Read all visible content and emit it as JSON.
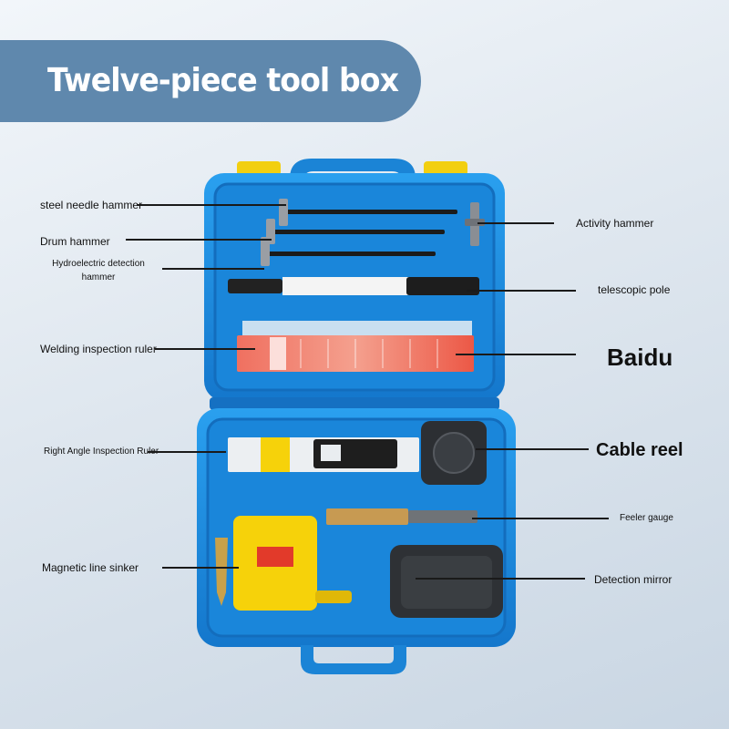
{
  "title": "Twelve-piece tool box",
  "labels": {
    "steel_needle_hammer": "steel needle hammer",
    "drum_hammer": "Drum hammer",
    "hydroelectric_line1": "Hydroelectric detection",
    "hydroelectric_line2": "hammer",
    "welding_inspection_ruler": "Welding inspection ruler",
    "right_angle_inspection_ruler": "Right Angle Inspection Ruler",
    "magnetic_line_sinker": "Magnetic line sinker",
    "activity_hammer": "Activity hammer",
    "telescopic_pole": "telescopic pole",
    "baidu": "Baidu",
    "cable_reel": "Cable reel",
    "feeler_gauge": "Feeler gauge",
    "detection_mirror": "Detection mirror"
  },
  "colors": {
    "banner": "#5f88ad",
    "case_blue": "#1e8ddf",
    "case_dark": "#1469b4",
    "latch_yellow": "#f2cf10",
    "tool_yellow": "#f6d20a",
    "ruler_red": "#e6402e"
  }
}
